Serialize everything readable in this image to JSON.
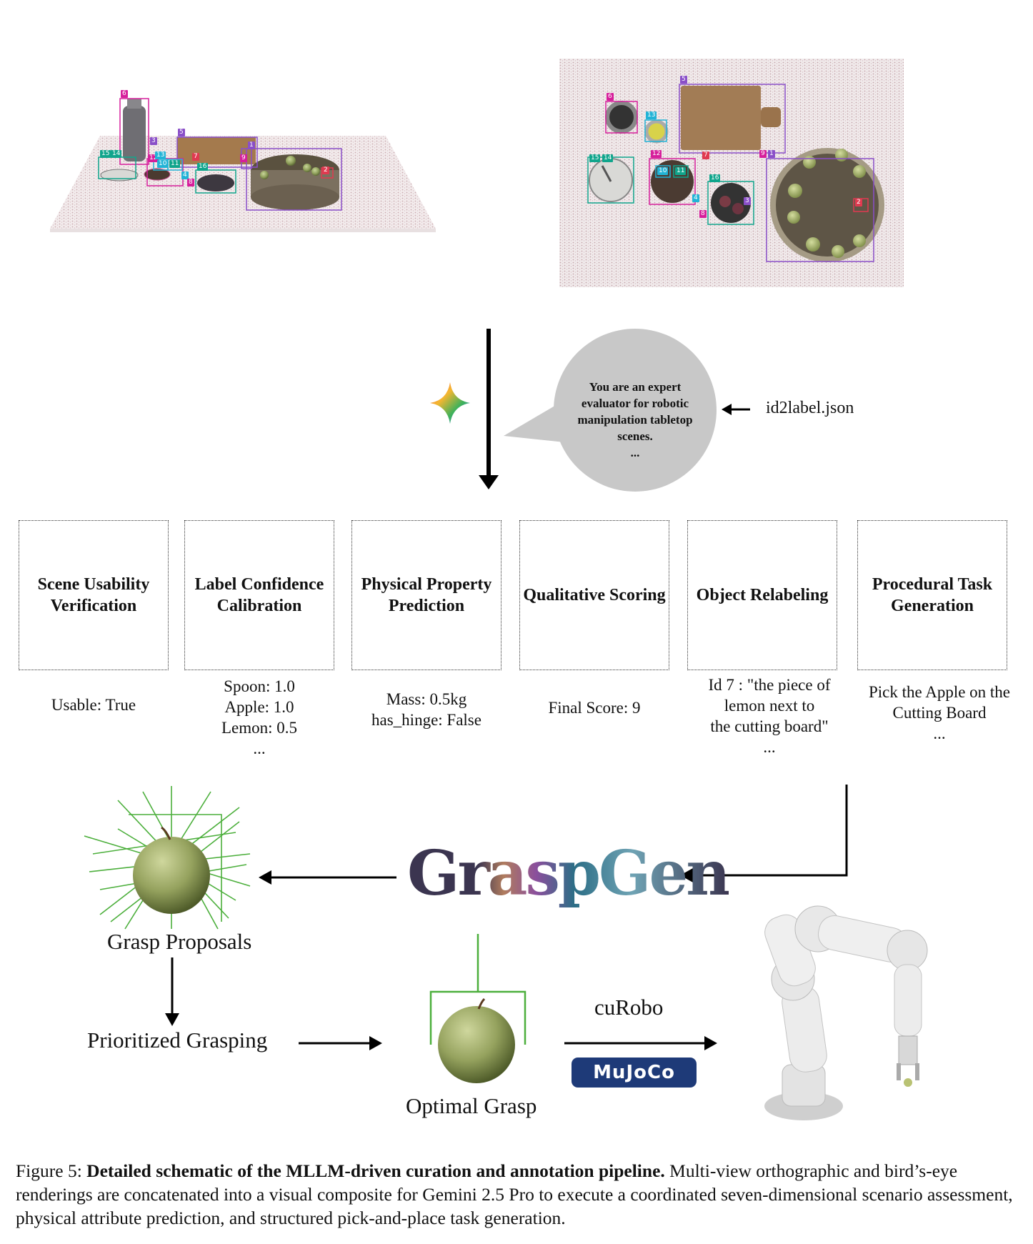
{
  "bubble": {
    "lines": [
      "You are an expert",
      "evaluator for robotic",
      "manipulation tabletop",
      "scenes.",
      "..."
    ]
  },
  "input_file": "id2label.json",
  "side_view_tags": [
    "6",
    "5",
    "3",
    "15",
    "14",
    "12",
    "13",
    "11",
    "16",
    "10",
    "4",
    "8",
    "7",
    "1",
    "2",
    "9"
  ],
  "bird_view_tags": [
    "6",
    "5",
    "13",
    "12",
    "15",
    "14",
    "10",
    "11",
    "16",
    "4",
    "8",
    "7",
    "3",
    "1",
    "9",
    "2"
  ],
  "steps": [
    {
      "title": "Scene Usability Verification",
      "output": [
        "Usable: True"
      ]
    },
    {
      "title": "Label Confidence Calibration",
      "output": [
        "Spoon: 1.0",
        "Apple: 1.0",
        "Lemon: 0.5",
        "..."
      ]
    },
    {
      "title": "Physical Property Prediction",
      "output": [
        "Mass: 0.5kg",
        "has_hinge: False"
      ]
    },
    {
      "title": "Qualitative Scoring",
      "output": [
        "Final Score: 9"
      ]
    },
    {
      "title": "Object Relabeling",
      "output": [
        "Id 7 : \"the piece of",
        "lemon next to",
        "the cutting board\"",
        "..."
      ]
    },
    {
      "title": "Procedural Task Generation",
      "output": [
        "Pick the Apple on the",
        "Cutting Board",
        "..."
      ]
    }
  ],
  "graspgen_logo": "GraspGen",
  "grasp_proposals": "Grasp Proposals",
  "prioritized_grasping": "Prioritized Grasping",
  "optimal_grasp": "Optimal Grasp",
  "curobo": "cuRobo",
  "mujoco": "MuJoCo",
  "caption": {
    "prefix": "Figure 5: ",
    "bold": "Detailed schematic of the MLLM-driven curation and annotation pipeline.",
    "rest": " Multi-view orthographic and bird’s-eye renderings are concatenated into a visual composite for Gemini 2.5 Pro to execute a coordinated seven-dimensional scenario assessment, physical attribute prediction, and structured pick-and-place task generation."
  },
  "colors": {
    "bubble": "#c8c8c8",
    "grasp_lines": "#4caf3c",
    "mujoco_badge": "#1e3a78",
    "tag_magenta": "#d61f9b",
    "tag_teal": "#10a58c",
    "tag_purple": "#8a4fc8",
    "tag_cyan": "#22b3d6",
    "tag_red": "#e03a50"
  }
}
